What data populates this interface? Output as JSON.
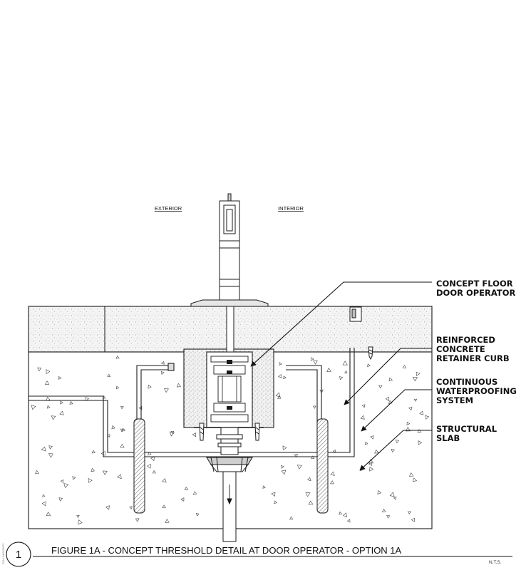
{
  "labels": {
    "exterior": "EXTERIOR",
    "interior": "INTERIOR"
  },
  "callouts": {
    "operator": [
      "CONCEPT FLOOR",
      "DOOR OPERATOR"
    ],
    "curb": [
      "REINFORCED",
      "CONCRETE",
      "RETAINER CURB"
    ],
    "waterproofing": [
      "CONTINUOUS",
      "WATERPROOFING",
      "SYSTEM"
    ],
    "slab": [
      "STRUCTURAL",
      "SLAB"
    ]
  },
  "title_block": {
    "detail_number": "1",
    "caption": "FIGURE 1A - CONCEPT THRESHOLD DETAIL AT DOOR OPERATOR - OPTION 1A",
    "scale": "N.T.S.",
    "side_note": "GGA 04/22/2021"
  },
  "colors": {
    "line": "#1a1a1a",
    "waterproofing_fill": "#e6e6e6",
    "concrete_fill": "#ffffff",
    "stone_fill": "#f2f2f2",
    "grout_fill": "#f7f7f7"
  }
}
